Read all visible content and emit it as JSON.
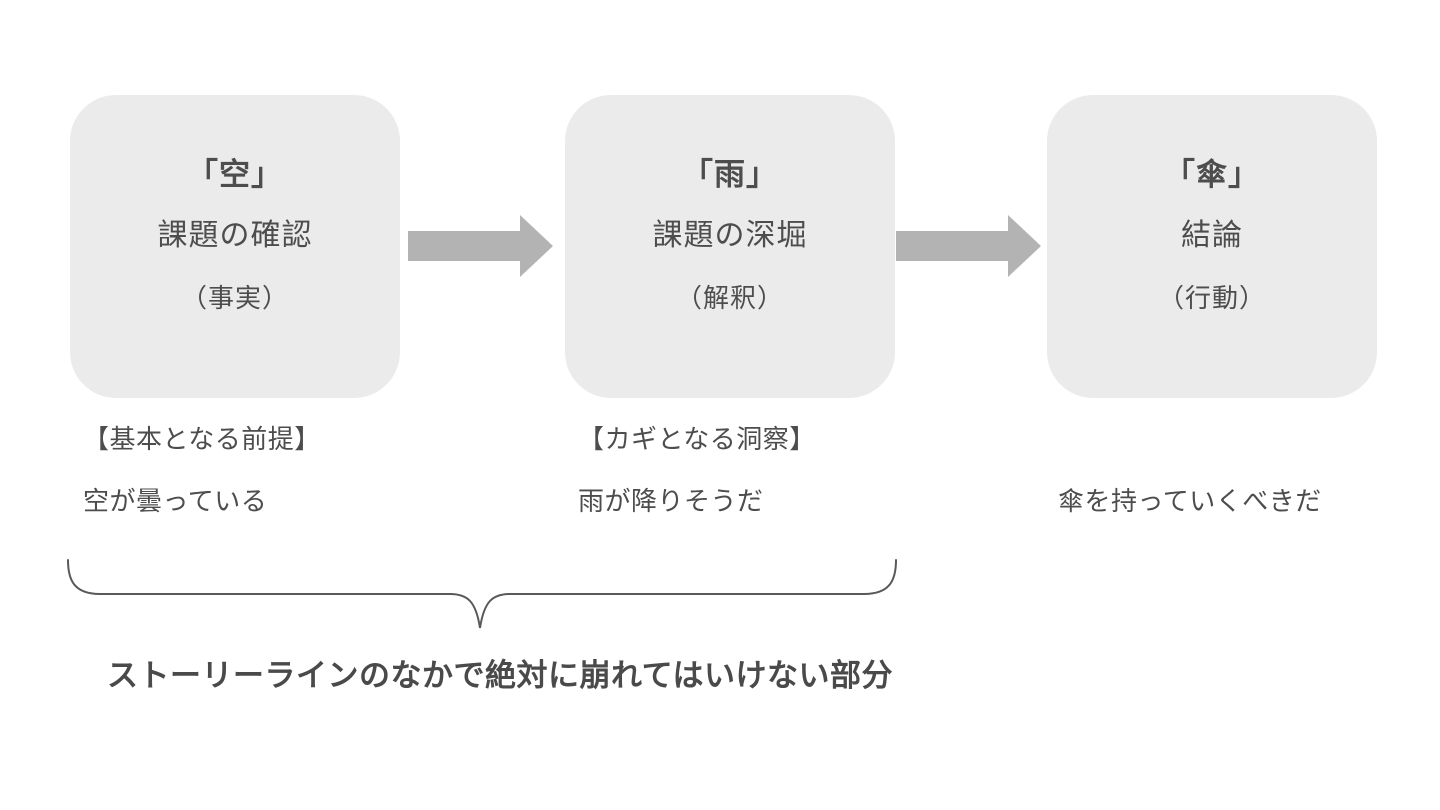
{
  "colors": {
    "background": "#ffffff",
    "box_fill": "#ebebeb",
    "arrow_fill": "#b3b3b3",
    "text": "#4d4d4d",
    "brace_stroke": "#595959"
  },
  "boxes": [
    {
      "title": "「空」",
      "line2": "課題の確認",
      "line3": "（事実）",
      "note_heading": "【基本となる前提】",
      "note_body": "空が曇っている"
    },
    {
      "title": "「雨」",
      "line2": "課題の深堀",
      "line3": "（解釈）",
      "note_heading": "【カギとなる洞察】",
      "note_body": "雨が降りそうだ"
    },
    {
      "title": "「傘」",
      "line2": "結論",
      "line3": "（行動）",
      "note_heading": "",
      "note_body": "傘を持っていくべきだ"
    }
  ],
  "brace_caption": "ストーリーラインのなかで絶対に崩れてはいけない部分"
}
